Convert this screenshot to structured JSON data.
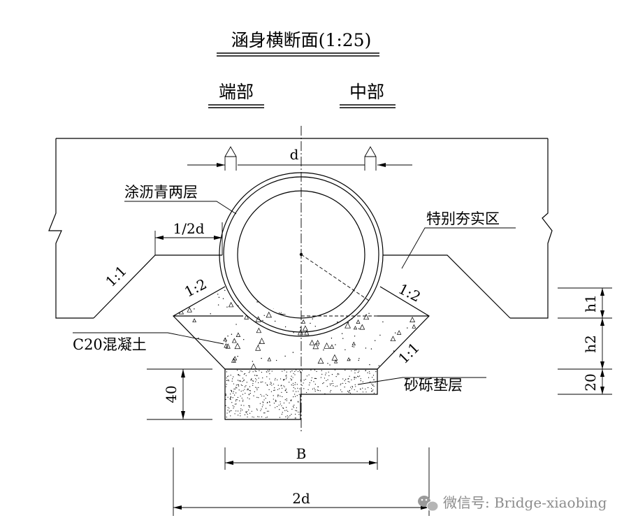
{
  "title": "涵身横断面(1:25)",
  "subtitles": {
    "end": "端部",
    "middle": "中部"
  },
  "labels": {
    "asphalt": "涂沥青两层",
    "compaction": "特别夯实区",
    "concrete": "C20混凝土",
    "gravel": "砂砾垫层"
  },
  "dimensions": {
    "d": "d",
    "half_d": "1/2d",
    "two_d": "2d",
    "B": "B",
    "h1": "h1",
    "h2": "h2",
    "d20": "20",
    "d40": "40"
  },
  "slopes": {
    "left_upper": "1:1",
    "left_cradle": "1:2",
    "right_cradle": "1:2",
    "right_lower": "1:1"
  },
  "watermark": {
    "text": "微信号: Bridge-xiaobing",
    "icon": "wechat-icon"
  }
}
